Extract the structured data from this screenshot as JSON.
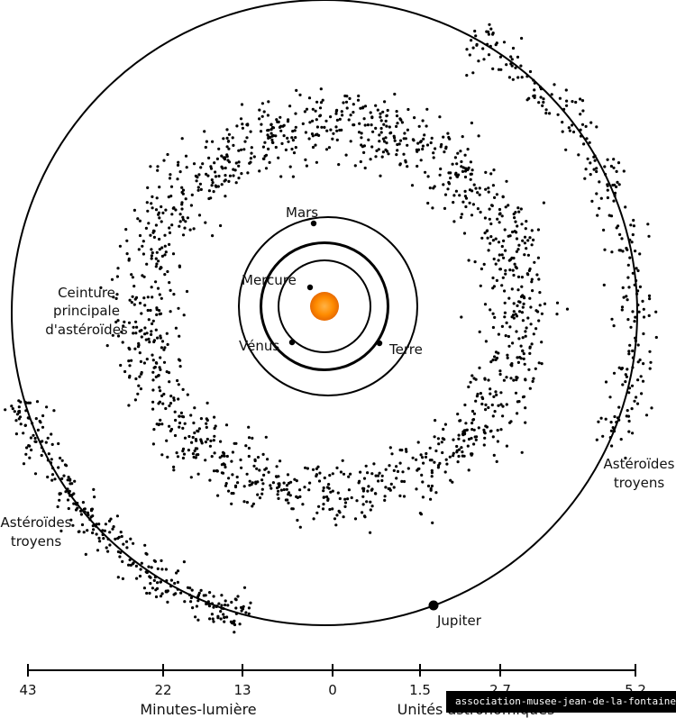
{
  "planets": {
    "mars": "Mars",
    "mercure": "Mercure",
    "venus": "Vénus",
    "terre": "Terre",
    "jupiter": "Jupiter"
  },
  "belt_label": [
    "Ceinture",
    "principale",
    "d'astéroïdes"
  ],
  "trojans_right": [
    "Astéroïdes",
    "troyens"
  ],
  "trojans_left": [
    "Astéroïdes",
    "troyens"
  ],
  "scale": {
    "ticks_left": [
      "43",
      "22",
      "13"
    ],
    "tick_center": "0",
    "ticks_right": [
      "1.5",
      "2.7",
      "5.2"
    ],
    "left_title": "Minutes-lumière",
    "right_title": "Unités astronomiques"
  },
  "watermark": "association-musee-jean-de-la-fontaine",
  "colors": {
    "sun": "#f7931e",
    "sun_core": "#ff7f00",
    "ink": "#000000"
  }
}
